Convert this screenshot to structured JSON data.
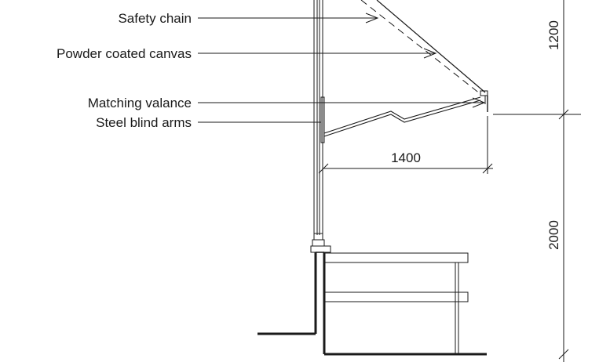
{
  "labels": {
    "safety_chain": "Safety chain",
    "powder_coated_canvas": "Powder coated canvas",
    "matching_valance": "Matching valance",
    "steel_blind_arms": "Steel blind arms"
  },
  "dimensions": {
    "projection": "1400",
    "upper_height": "1200",
    "lower_height": "2000"
  }
}
